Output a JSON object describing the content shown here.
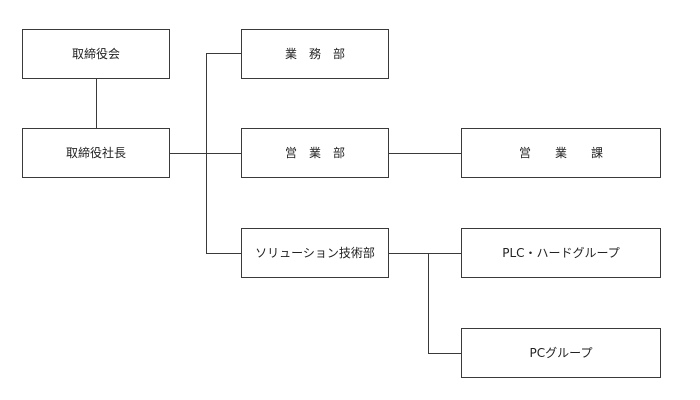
{
  "org_chart": {
    "board": "取締役会",
    "president": "取締役社長",
    "departments": {
      "gyomu": "業　務　部",
      "eigyo": "営　業　部",
      "solution": "ソリューション技術部"
    },
    "sections": {
      "eigyo_ka": "営　　業　　課",
      "plc_hard": "PLC・ハードグループ",
      "pc_group": "PCグループ"
    }
  },
  "colors": {
    "line": "#3a3a3a",
    "text": "#222222",
    "background": "#ffffff"
  }
}
